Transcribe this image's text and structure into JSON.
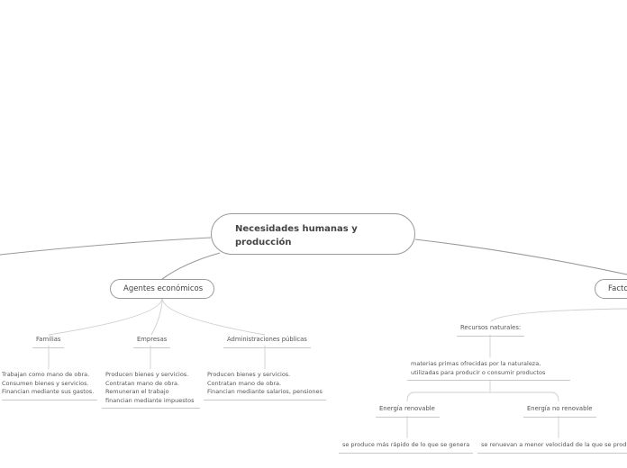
{
  "central": {
    "title": "Necesidades humanas y producción"
  },
  "branches": {
    "agentes": {
      "label": "Agentes económicos",
      "children": {
        "familias": {
          "label": "Familias",
          "detail": "Trabajan como mano de obra.\nConsumen bienes y servicios.\nFinancian mediante sus gastos."
        },
        "empresas": {
          "label": "Empresas",
          "detail": "Producen bienes y servicios.\nContratan mano de obra.\nRemuneran el trabajo\nfinancian mediante impuestos"
        },
        "administraciones": {
          "label": "Administraciones públicas",
          "detail": "Producen bienes y servicios.\nContratan mano de obra.\nFinancian mediante salarios, pensiones"
        }
      }
    },
    "factores": {
      "label_partial": "Facto",
      "recursos": {
        "label": "Recursos naturales:",
        "detail": "materias primas ofrecidas por la naturaleza,\nutilizadas para producir o consumir productos",
        "renovable": {
          "label": "Energía renovable",
          "detail": "se produce más rápido de lo que se genera"
        },
        "no_renovable": {
          "label": "Energía no renovable",
          "detail": "se renuevan a menor velocidad de la que se prod"
        }
      }
    }
  }
}
